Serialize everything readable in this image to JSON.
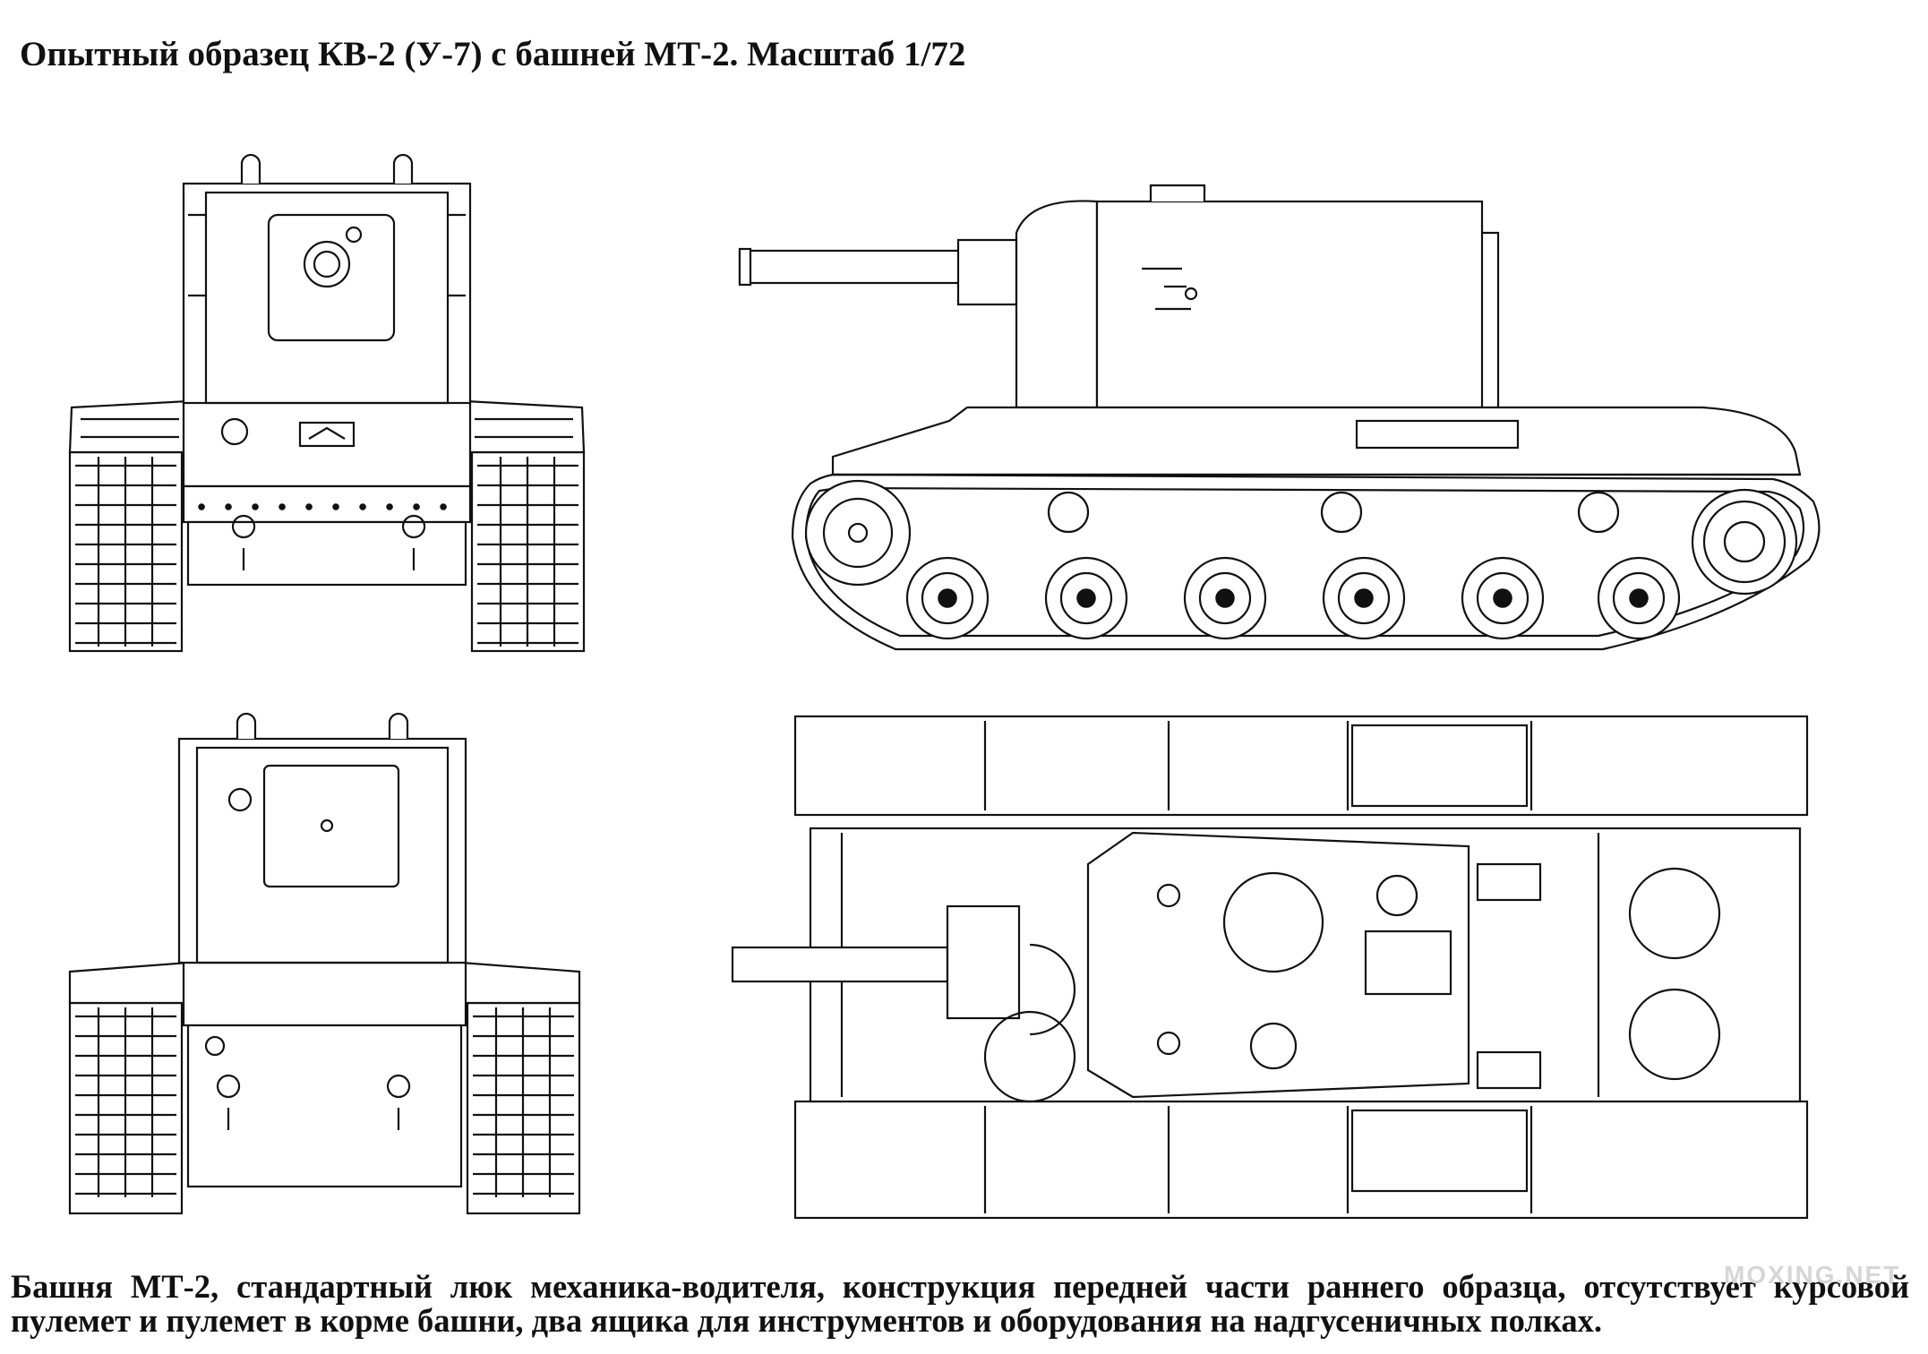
{
  "title": "Опытный образец КВ-2 (У-7) с башней МТ-2. Масштаб 1/72",
  "caption": "Башня МТ-2, стандартный люк механика-водителя, конструкция передней части раннего образца, отсутствует курсовой пулемет и пулемет в корме башни, два ящика для инструментов и оборудования на надгусеничных полках.",
  "watermark": "MOXING.NET",
  "views": [
    "front-view",
    "side-view",
    "rear-view",
    "top-view"
  ],
  "colors": {
    "line": "#111111",
    "paper": "#ffffff"
  }
}
